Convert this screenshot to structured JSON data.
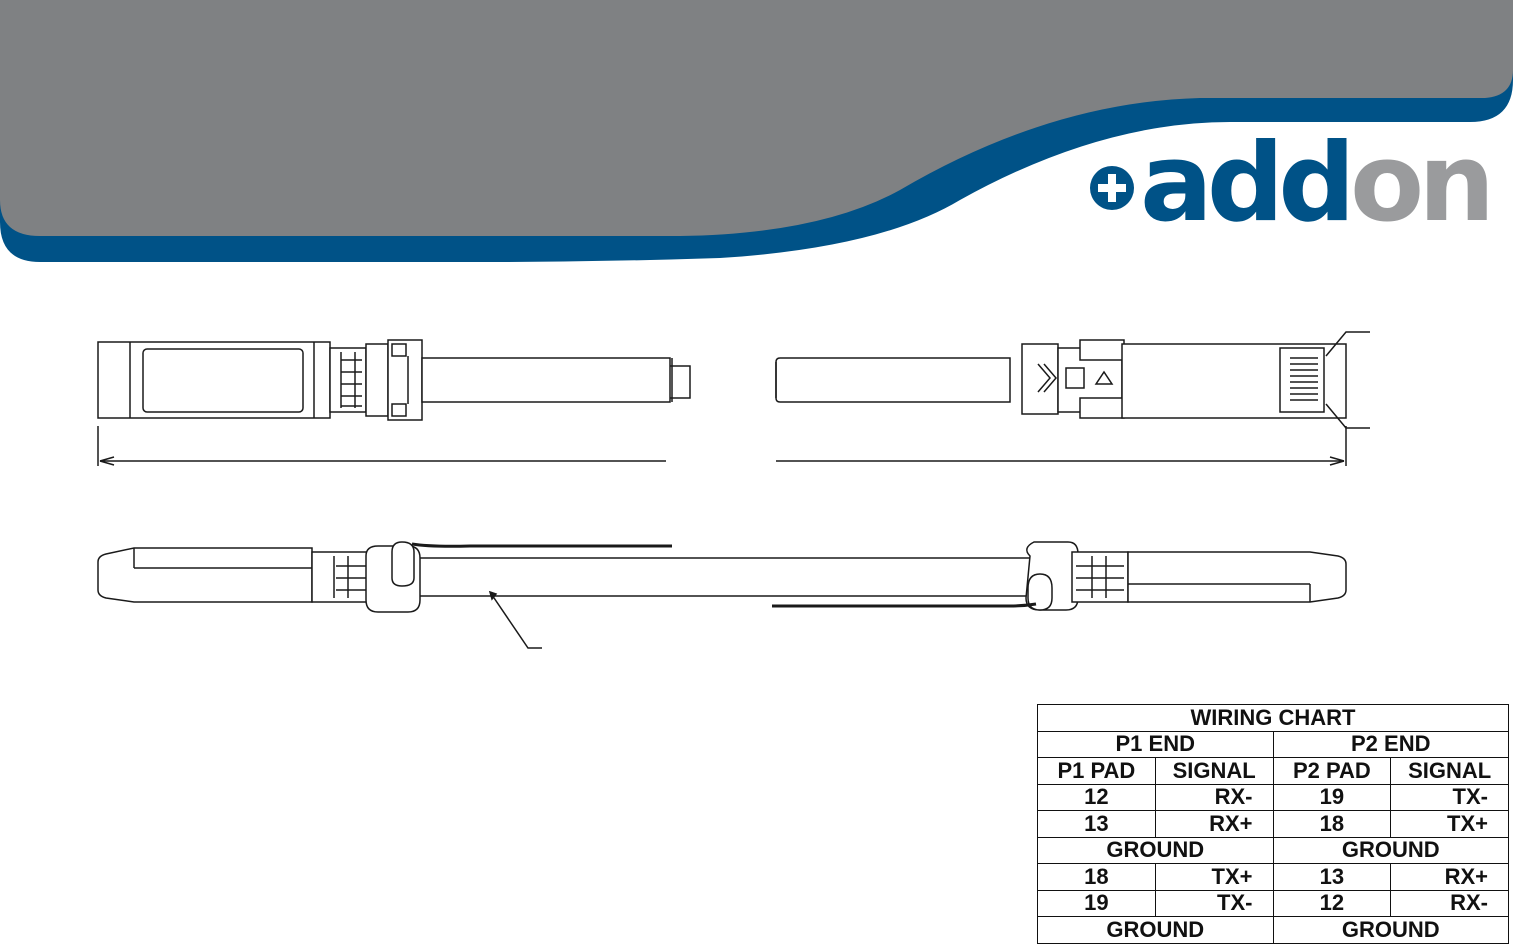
{
  "colors": {
    "header_gray": "#7f8183",
    "brand_blue": "#005287",
    "line": "#1a1a1a",
    "logo_gray": "#9a9b9d"
  },
  "logo": {
    "plus_icon": "plus-circle-icon",
    "part1": "add",
    "part2": "on"
  },
  "wiring_chart": {
    "title": "WIRING CHART",
    "ends": [
      "P1 END",
      "P2 END"
    ],
    "columns": [
      "P1 PAD",
      "SIGNAL",
      "P2 PAD",
      "SIGNAL"
    ],
    "rows": [
      [
        "12",
        "RX-",
        "19",
        "TX-"
      ],
      [
        "13",
        "RX+",
        "18",
        "TX+"
      ],
      [
        "GROUND",
        "GROUND"
      ],
      [
        "18",
        "TX+",
        "13",
        "RX+"
      ],
      [
        "19",
        "TX-",
        "12",
        "RX-"
      ],
      [
        "GROUND",
        "GROUND"
      ]
    ]
  }
}
